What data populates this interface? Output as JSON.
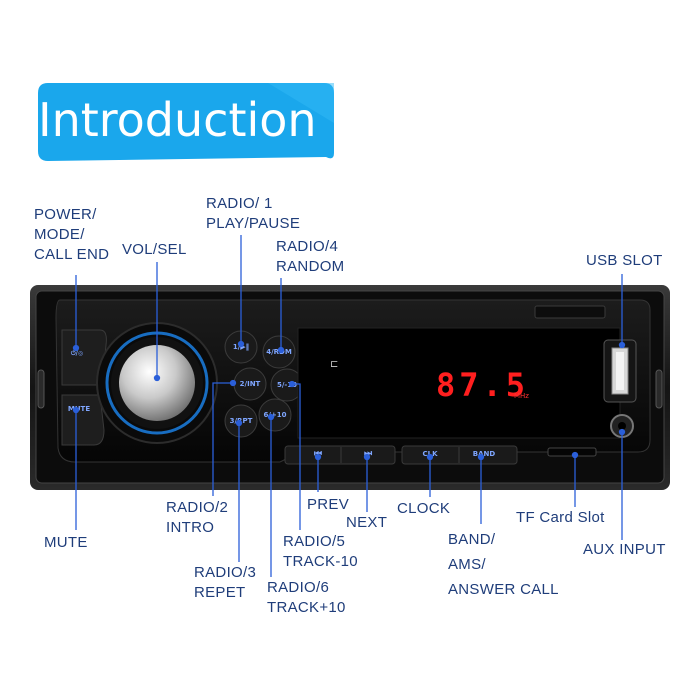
{
  "title": "Introduction",
  "display": {
    "frequency": "87.5",
    "unit": "MHz"
  },
  "buttons": {
    "power": "",
    "mute": "MUTE",
    "b1": "1/▶‖",
    "b2": "2/INT",
    "b3": "3/RPT",
    "b4": "4/RDM",
    "b5": "5/-10",
    "b6": "6/+10",
    "prev": "⏮",
    "next": "⏭",
    "clk": "CLK",
    "band": "BAND"
  },
  "labels": {
    "power_mode": [
      "POWER/",
      "MODE/",
      "CALL END"
    ],
    "vol_sel": [
      "VOL/SEL"
    ],
    "radio1": [
      "RADIO/ 1",
      "PLAY/PAUSE"
    ],
    "radio4": [
      "RADIO/4",
      "RANDOM"
    ],
    "usb": [
      "USB SLOT"
    ],
    "radio2": [
      "RADIO/2",
      "INTRO"
    ],
    "mute": [
      "MUTE"
    ],
    "radio3": [
      "RADIO/3",
      "REPET"
    ],
    "radio6": [
      "RADIO/6",
      "TRACK+10"
    ],
    "radio5": [
      "RADIO/5",
      "TRACK-10"
    ],
    "prev": [
      "PREV"
    ],
    "next": [
      "NEXT"
    ],
    "clock": [
      "CLOCK"
    ],
    "band": [
      "BAND/",
      "AMS/",
      "ANSWER CALL"
    ],
    "tf": [
      "TF Card Slot"
    ],
    "aux": [
      "AUX INPUT"
    ]
  },
  "colors": {
    "accent": "#1aa7ec",
    "label": "#1f3d7a",
    "leader": "#2b5fd9",
    "display": "#ff1f1f"
  }
}
